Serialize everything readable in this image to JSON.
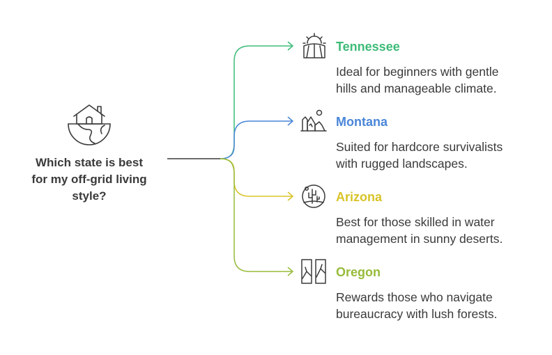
{
  "question": {
    "line1": "Which state is best",
    "line2": "for my off-grid living",
    "line3": "style?"
  },
  "options": [
    {
      "title": "Tennessee",
      "color": "#3dbb78",
      "icon": "sunrise-farm-icon",
      "desc1": "Ideal for beginners with gentle",
      "desc2": "hills and manageable climate."
    },
    {
      "title": "Montana",
      "color": "#4a86d8",
      "icon": "rugged-mountains-icon",
      "desc1": "Suited for hardcore survivalists",
      "desc2": "with rugged landscapes."
    },
    {
      "title": "Arizona",
      "color": "#d8c428",
      "icon": "desert-cactus-icon",
      "desc1": "Best for those skilled in water",
      "desc2": "management in sunny deserts."
    },
    {
      "title": "Oregon",
      "color": "#97bb3a",
      "icon": "forest-window-icon",
      "desc1": "Rewards those who navigate",
      "desc2": "bureaucracy with lush forests."
    }
  ]
}
